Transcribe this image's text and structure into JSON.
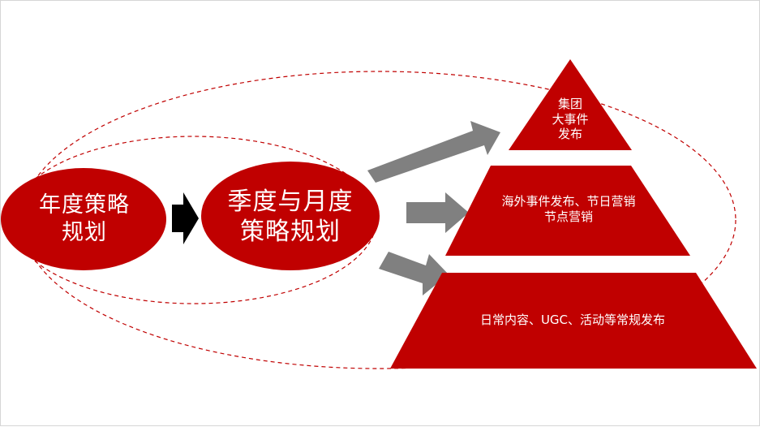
{
  "colors": {
    "red": "#C00000",
    "arrow_gray": "#808080",
    "arrow_black": "#000000",
    "dash_red": "#C00000",
    "text": "#FFFFFF"
  },
  "diagram": {
    "annual_plan": "年度策略\n规划",
    "quarterly_plan": "季度与月度\n策略规划",
    "pyramid": {
      "top": "集团\n大事件\n发布",
      "middle": "海外事件发布、节日营销\n节点营销",
      "bottom": "日常内容、UGC、活动等常规发布"
    }
  }
}
